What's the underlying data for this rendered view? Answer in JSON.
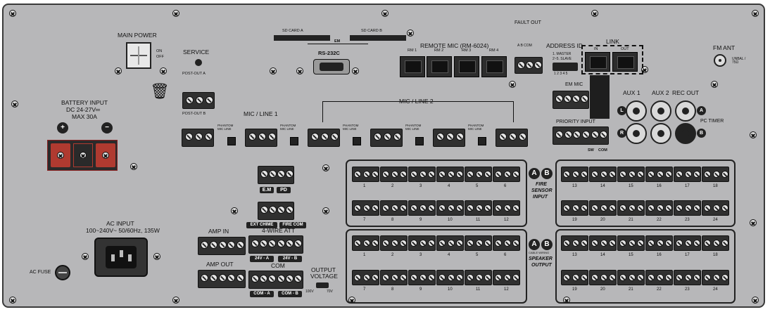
{
  "main_power": {
    "title": "MAIN POWER",
    "on": "ON",
    "off": "OFF"
  },
  "service": {
    "title": "SERVICE",
    "post_out_a": "POST-OUT A",
    "post_out_b": "POST-OUT B"
  },
  "battery": {
    "line1": "BATTERY INPUT",
    "line2": "DC 24-27V═",
    "line3": "MAX 30A"
  },
  "sd": {
    "a": "SD CARD A",
    "b": "SD CARD B",
    "em": "EM"
  },
  "rs232c": "RS-232C",
  "remote_mic": {
    "title": "REMOTE MIC (RM-6024)",
    "ports": [
      "RM 1",
      "RM 2",
      "RM 3",
      "RM 4"
    ]
  },
  "fault_out": {
    "title": "FAULT OUT",
    "pins": "A   B  COM"
  },
  "address_id": {
    "title": "ADDRESS ID",
    "line1": "1. MASTER",
    "line2": "2~5. SLAVE",
    "nums": "1 2 3 4 5"
  },
  "link": {
    "title": "LINK",
    "in": "IN",
    "out": "OUT"
  },
  "fm_ant": {
    "title": "FM ANT",
    "sub": "UNBAL / 75Ω"
  },
  "mic_line_1": "MIC / LINE 1",
  "mic_line_2": "MIC / LINE 2",
  "phantom": "PHANTOM MIC LINE",
  "em_mic": "EM MIC",
  "priority_input": "PRIORITY INPUT",
  "aux1": "AUX 1",
  "aux2": "AUX 2",
  "rec_out": "REC OUT",
  "pc_timer": "PC TIMER",
  "em_pd": {
    "em": "E.M",
    "pd": "PD"
  },
  "ext_chime": "EXT CHIME",
  "fire_com": "FIRE COM",
  "fire_sensor": {
    "l1": "FIRE",
    "l2": "SENSOR",
    "l3": "INPUT"
  },
  "speaker_output": {
    "l1": "SPEAKER",
    "l2": "OUTPUT",
    "cable": "CABLE WIRING"
  },
  "zones_top": [
    "1",
    "2",
    "3",
    "4",
    "5",
    "6"
  ],
  "zones_bottom": [
    "7",
    "8",
    "9",
    "10",
    "11",
    "12"
  ],
  "zones_top_b": [
    "13",
    "14",
    "15",
    "16",
    "17",
    "18"
  ],
  "zones_bottom_b": [
    "19",
    "20",
    "21",
    "22",
    "23",
    "24"
  ],
  "ac_input": {
    "title": "AC INPUT",
    "spec": "100~240V~ 50/60Hz, 135W"
  },
  "ac_fuse": "AC FUSE",
  "amp_in": "AMP IN",
  "amp_out": "AMP OUT",
  "four_wire": {
    "title": "4-WIRE ATT",
    "a": "24V - A",
    "b": "24V - B"
  },
  "com": {
    "title": "COM",
    "a": "COM - A",
    "b": "COM - B"
  },
  "output_voltage": {
    "l1": "OUTPUT",
    "l2": "VOLTAGE",
    "v100": "100V",
    "v70": "70V"
  },
  "ab": {
    "a": "A",
    "b": "B",
    "l": "L",
    "r": "R"
  },
  "sw": "SW",
  "comlbl": "COM"
}
